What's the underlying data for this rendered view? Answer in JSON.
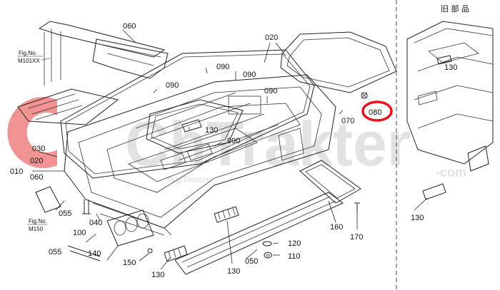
{
  "labels": {
    "p060a": "060",
    "p020": "020",
    "p090a": "090",
    "p090b": "090",
    "p090c": "090",
    "p090d": "090",
    "p090e": "090",
    "p070": "070",
    "p080": "080",
    "p130a": "130",
    "p030": "030",
    "p020b": "020",
    "p010": "010",
    "p060b": "060",
    "p055a": "055",
    "p040": "040",
    "p100": "100",
    "p055b": "055",
    "p140": "140",
    "p150": "150",
    "p130b": "130",
    "p130c": "130",
    "p050": "050",
    "p120": "120",
    "p110": "110",
    "p160": "160",
    "p170": "170",
    "p130r1": "130",
    "p130r2": "130"
  },
  "figrefs": {
    "top_line1": "Fig.No.",
    "top_line2": "M101XX",
    "bottom_line1": "Fig.No.",
    "bottom_line2": "M150"
  },
  "old_parts_label": "旧 部 品",
  "watermark": {
    "main": "ChTrakter",
    "sub": "Tag.Tenorc",
    "right": "-com"
  },
  "colors": {
    "highlight": "#e8141b",
    "watermark_red": "#e73a3a",
    "divider": "#444444"
  }
}
